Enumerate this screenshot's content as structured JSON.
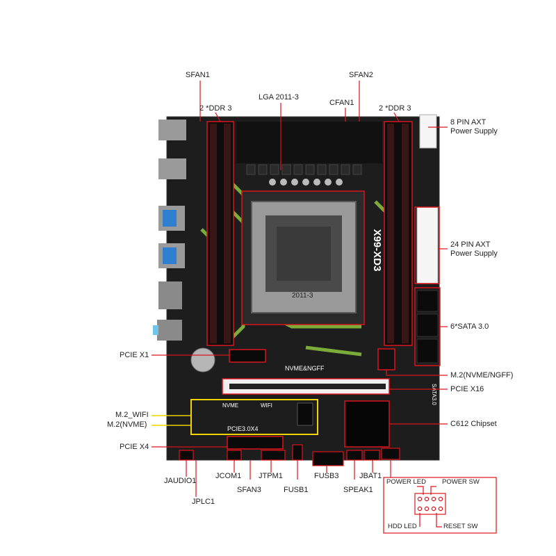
{
  "board": {
    "model_text": "X99-XD3",
    "socket_text": "2011-3",
    "nvme_silk": "NVME&NGFF",
    "pcie_silk": "PCIE3.0X4",
    "m2_silk_nvme": "NVME",
    "m2_silk_wifi": "WIFI",
    "sata_silk": "SATA3.0"
  },
  "labels": {
    "sfan1": "SFAN1",
    "sfan2": "SFAN2",
    "lga": "LGA 2011-3",
    "cfan1": "CFAN1",
    "ddr_left": "2 *DDR 3",
    "ddr_right": "2 *DDR 3",
    "pin8_line1": "8 PIN AXT",
    "pin8_line2": "Power Supply",
    "pin24_line1": "24 PIN AXT",
    "pin24_line2": "Power Supply",
    "sata": "6*SATA 3.0",
    "pcie_x1": "PCIE X1",
    "m2_nvme_ngff": "M.2(NVME/NGFF)",
    "pcie_x16": "PCIE X16",
    "m2_wifi": "M.2_WIFI",
    "m2_nvme": "M.2(NVME)",
    "c612": "C612 Chipset",
    "pcie_x4": "PCIE X4",
    "jaudio1": "JAUDIO1",
    "jcom1": "JCOM1",
    "jtpm1": "JTPM1",
    "fusb3": "FUSB3",
    "jbat1": "JBAT1",
    "jplc1": "JPLC1",
    "sfan3": "SFAN3",
    "fusb1": "FUSB1",
    "speak1": "SPEAK1"
  },
  "panel": {
    "power_led": "POWER LED",
    "power_sw": "POWER SW",
    "hdd_led": "HDD  LED",
    "reset_sw": "RESET SW"
  },
  "colors": {
    "pcb": "#1c1d1c",
    "accent_green": "#8cc63f",
    "callout_red": "#d9141b",
    "callout_yellow": "#f2d400"
  }
}
